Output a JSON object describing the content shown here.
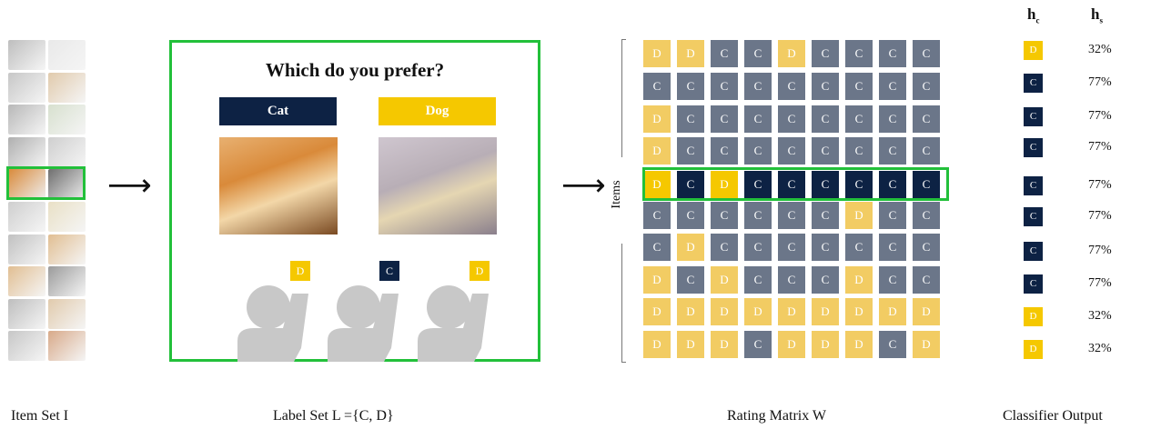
{
  "colors": {
    "green_highlight": "#22c03a",
    "cat_navy": "#0d2244",
    "dog_yellow": "#f5c800",
    "cell_C": "#6b7689",
    "cell_D": "#f2cc63"
  },
  "survey": {
    "question": "Which do you prefer?",
    "option_cat": "Cat",
    "option_dog": "Dog",
    "votes": [
      "D",
      "C",
      "D"
    ]
  },
  "matrix": {
    "axis_label": "Items",
    "highlight_row": 4,
    "rows": [
      [
        "D",
        "D",
        "C",
        "C",
        "D",
        "C",
        "C",
        "C",
        "C"
      ],
      [
        "C",
        "C",
        "C",
        "C",
        "C",
        "C",
        "C",
        "C",
        "C"
      ],
      [
        "D",
        "C",
        "C",
        "C",
        "C",
        "C",
        "C",
        "C",
        "C"
      ],
      [
        "D",
        "C",
        "C",
        "C",
        "C",
        "C",
        "C",
        "C",
        "C"
      ],
      [
        "D",
        "C",
        "D",
        "C",
        "C",
        "C",
        "C",
        "C",
        "C"
      ],
      [
        "C",
        "C",
        "C",
        "C",
        "C",
        "C",
        "D",
        "C",
        "C"
      ],
      [
        "C",
        "D",
        "C",
        "C",
        "C",
        "C",
        "C",
        "C",
        "C"
      ],
      [
        "D",
        "C",
        "D",
        "C",
        "C",
        "C",
        "D",
        "C",
        "C"
      ],
      [
        "D",
        "D",
        "D",
        "D",
        "D",
        "D",
        "D",
        "D",
        "D"
      ],
      [
        "D",
        "D",
        "D",
        "C",
        "D",
        "D",
        "D",
        "C",
        "D"
      ]
    ]
  },
  "classifier": {
    "header_hc": "h",
    "header_hc_sub": "c",
    "header_hs": "h",
    "header_hs_sub": "s",
    "outputs": [
      {
        "label": "D",
        "score": "32%"
      },
      {
        "label": "C",
        "score": "77%"
      },
      {
        "label": "C",
        "score": "77%"
      },
      {
        "label": "C",
        "score": "77%"
      },
      {
        "label": "C",
        "score": "77%"
      },
      {
        "label": "C",
        "score": "77%"
      },
      {
        "label": "C",
        "score": "77%"
      },
      {
        "label": "C",
        "score": "77%"
      },
      {
        "label": "D",
        "score": "32%"
      },
      {
        "label": "D",
        "score": "32%"
      }
    ]
  },
  "captions": {
    "item_set": "Item Set I",
    "label_set": "Label Set L ={C, D}",
    "rating_matrix": "Rating Matrix W",
    "classifier_output": "Classifier Output"
  }
}
